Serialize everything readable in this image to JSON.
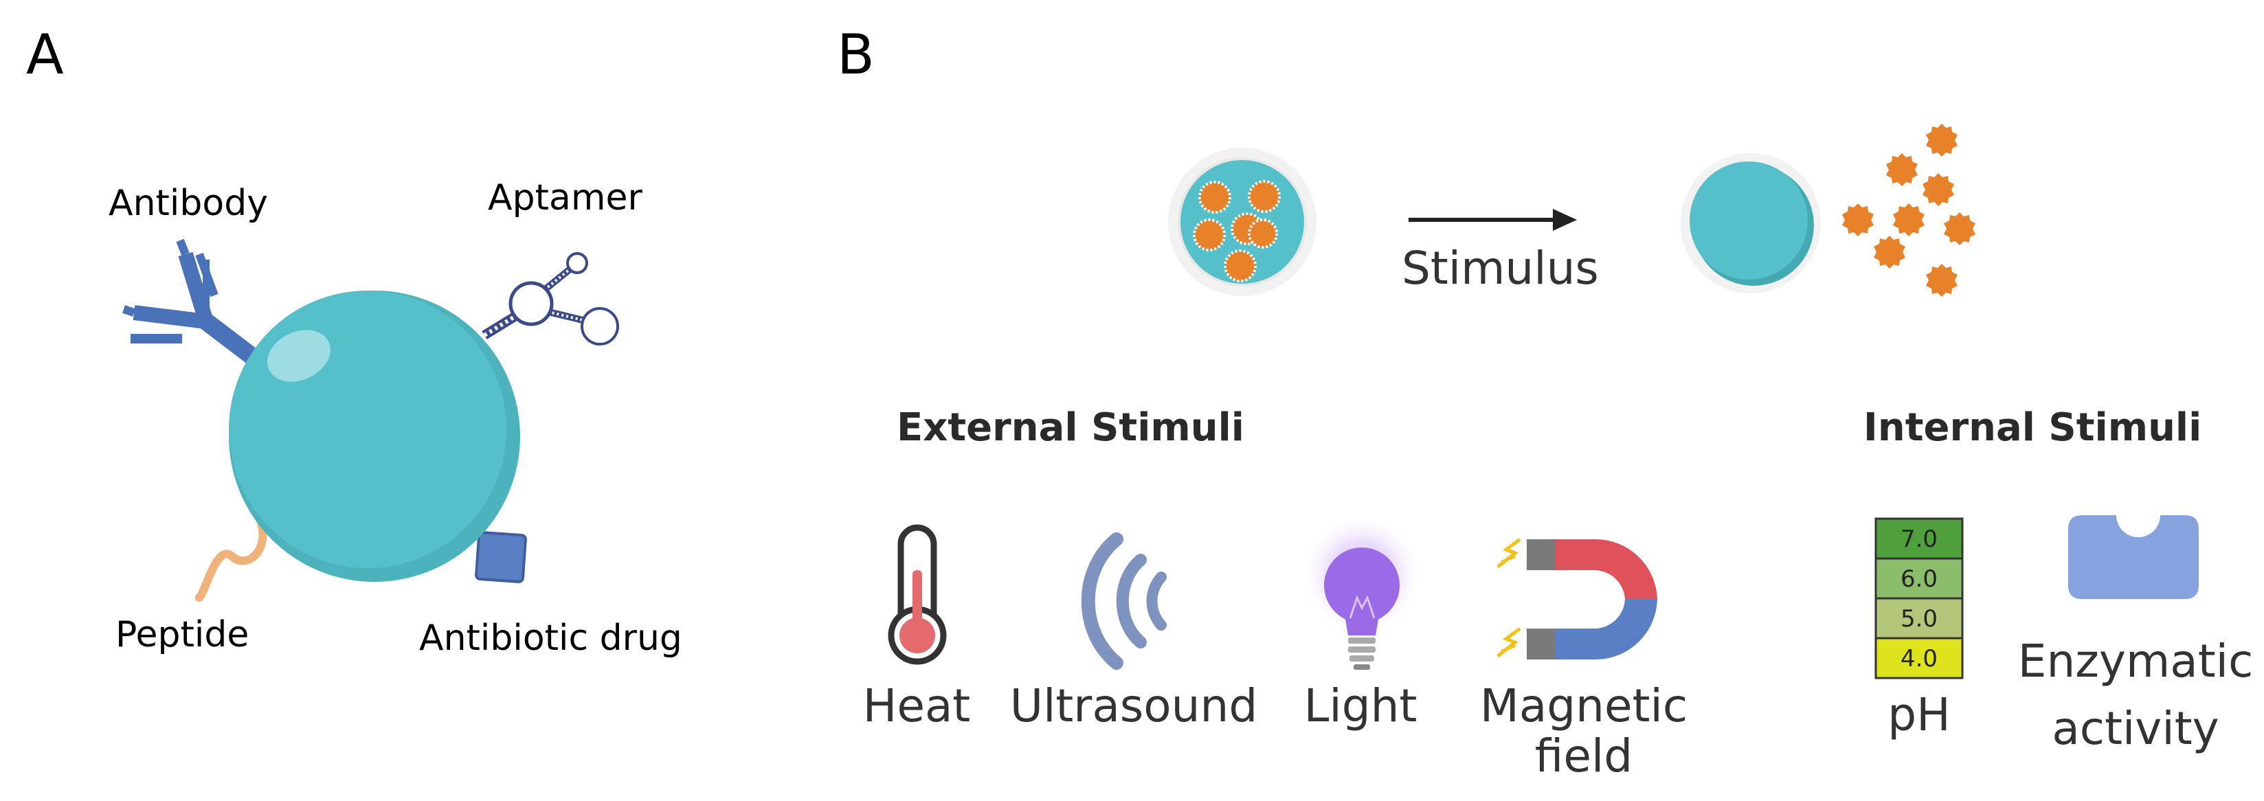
{
  "panels": {
    "a": {
      "letter": "A",
      "labels": {
        "antibody": "Antibody",
        "aptamer": "Aptamer",
        "peptide": "Peptide",
        "antibiotic_drug": "Antibiotic drug"
      }
    },
    "b": {
      "letter": "B",
      "arrow_label": "Stimulus",
      "external": {
        "heading": "External Stimuli",
        "items": [
          {
            "icon": "thermometer-icon",
            "label": "Heat"
          },
          {
            "icon": "ultrasound-waves-icon",
            "label": "Ultrasound"
          },
          {
            "icon": "light-bulb-icon",
            "label": "Light"
          },
          {
            "icon": "horseshoe-magnet-icon",
            "label_line1": "Magnetic",
            "label_line2": "field"
          }
        ]
      },
      "internal": {
        "heading": "Internal Stimuli",
        "ph": {
          "label": "pH",
          "scale": [
            "7.0",
            "6.0",
            "5.0",
            "4.0"
          ]
        },
        "enzyme": {
          "icon": "enzyme-icon",
          "label_line1": "Enzymatic",
          "label_line2": "activity"
        }
      }
    }
  },
  "colors": {
    "nanoparticle": "#55c0c9",
    "nanoparticle_shadow": "#44a9b3",
    "antibody_blue": "#4a72b8",
    "drug_orange": "#e8822a",
    "peptide": "#f0b27a",
    "drug_square": "#5b7fc4",
    "thermometer_red": "#e46a6e",
    "ultrasound_blue": "#7f93c0",
    "bulb_purple": "#9b6ae6",
    "magnet_red": "#e0525b",
    "magnet_blue": "#5b7fc4",
    "enzyme_blue": "#86a3e0",
    "ph_7": "#4fa03c",
    "ph_6": "#8bbd6a",
    "ph_5": "#b3c67a",
    "ph_4": "#dde31d"
  }
}
